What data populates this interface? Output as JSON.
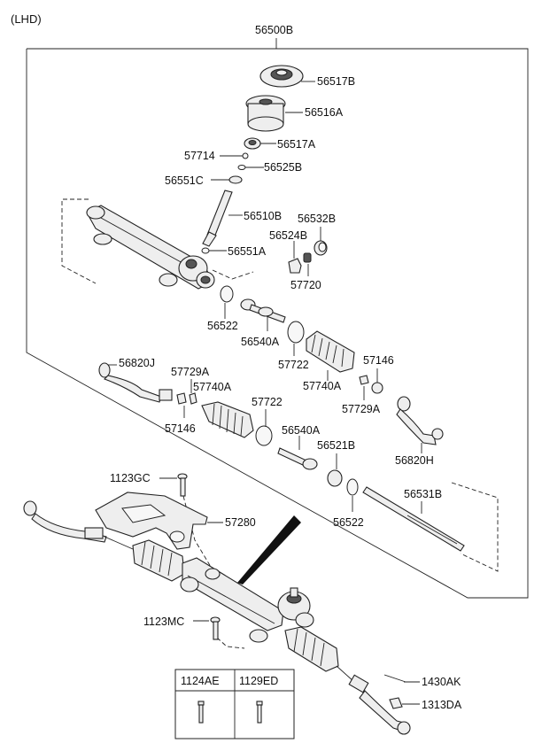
{
  "variant": "(LHD)",
  "assembly_label": "56500B",
  "legend": {
    "columns": [
      "1124AE",
      "1129ED"
    ]
  },
  "callouts": [
    {
      "id": "c1",
      "text": "56517B"
    },
    {
      "id": "c2",
      "text": "56516A"
    },
    {
      "id": "c3",
      "text": "56517A"
    },
    {
      "id": "c4",
      "text": "57714"
    },
    {
      "id": "c5",
      "text": "56525B"
    },
    {
      "id": "c6",
      "text": "56551C"
    },
    {
      "id": "c7",
      "text": "56510B"
    },
    {
      "id": "c8",
      "text": "56532B"
    },
    {
      "id": "c9",
      "text": "56524B"
    },
    {
      "id": "c10",
      "text": "56551A"
    },
    {
      "id": "c11",
      "text": "57720"
    },
    {
      "id": "c12",
      "text": "56522"
    },
    {
      "id": "c13",
      "text": "56540A"
    },
    {
      "id": "c14",
      "text": "57722"
    },
    {
      "id": "c15",
      "text": "57740A"
    },
    {
      "id": "c16",
      "text": "57146"
    },
    {
      "id": "c17",
      "text": "57729A"
    },
    {
      "id": "c18",
      "text": "56820J"
    },
    {
      "id": "c19",
      "text": "57729A"
    },
    {
      "id": "c20",
      "text": "57740A"
    },
    {
      "id": "c21",
      "text": "57146"
    },
    {
      "id": "c22",
      "text": "57722"
    },
    {
      "id": "c23",
      "text": "56540A"
    },
    {
      "id": "c24",
      "text": "56820H"
    },
    {
      "id": "c25",
      "text": "56521B"
    },
    {
      "id": "c26",
      "text": "1123GC"
    },
    {
      "id": "c27",
      "text": "56531B"
    },
    {
      "id": "c28",
      "text": "57280"
    },
    {
      "id": "c29",
      "text": "56522"
    },
    {
      "id": "c30",
      "text": "1123MC"
    },
    {
      "id": "c31",
      "text": "1430AK"
    },
    {
      "id": "c32",
      "text": "1313DA"
    }
  ]
}
